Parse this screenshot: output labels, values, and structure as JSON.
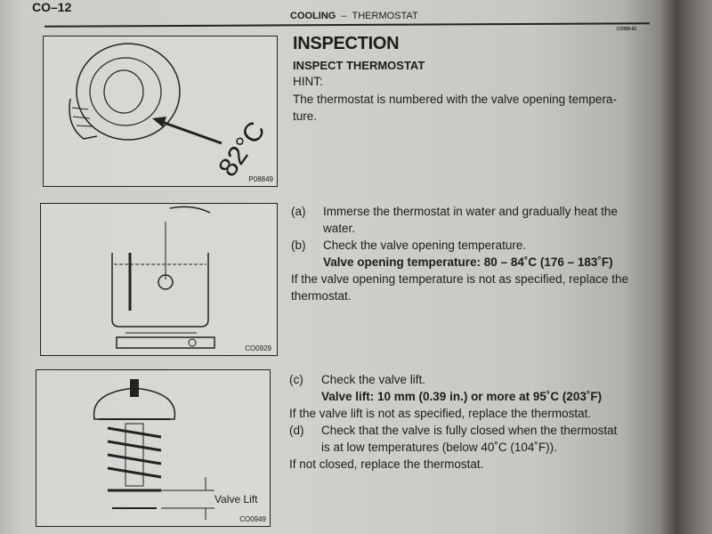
{
  "page_number": "CO–12",
  "header": {
    "section": "COOLING",
    "separator": "–",
    "subsection": "THERMOSTAT"
  },
  "doc_code": "CO0W-01",
  "title": "INSPECTION",
  "subtitle": "INSPECT THERMOSTAT",
  "hint_label": "HINT:",
  "hint_text": "The thermostat is numbered with the valve opening tempera-ture.",
  "hint_line1": "The thermostat is numbered with the valve opening tempera-",
  "hint_line2": "ture.",
  "figures": [
    {
      "id": "P08849",
      "label": "82°C"
    },
    {
      "id": "CO0929"
    },
    {
      "id": "CO0949",
      "label": "Valve Lift"
    }
  ],
  "steps": {
    "a": {
      "tag": "(a)",
      "line1": "Immerse the thermostat in water and gradually heat the",
      "line2": "water."
    },
    "b": {
      "tag": "(b)",
      "text": "Check the valve opening temperature.",
      "spec": "Valve opening temperature: 80 – 84˚C (176 – 183˚F)"
    },
    "b_note_1": "If the valve opening temperature is not as specified, replace the",
    "b_note_2": "thermostat.",
    "c": {
      "tag": "(c)",
      "text": "Check the valve lift.",
      "spec": "Valve lift: 10 mm (0.39 in.) or more at 95˚C (203˚F)"
    },
    "c_note": "If the valve lift is not as specified, replace the thermostat.",
    "d": {
      "tag": "(d)",
      "line1": "Check that the valve is fully closed when the thermostat",
      "line2": "is at low temperatures (below 40˚C (104˚F))."
    },
    "d_note": "If not closed, replace the thermostat."
  }
}
